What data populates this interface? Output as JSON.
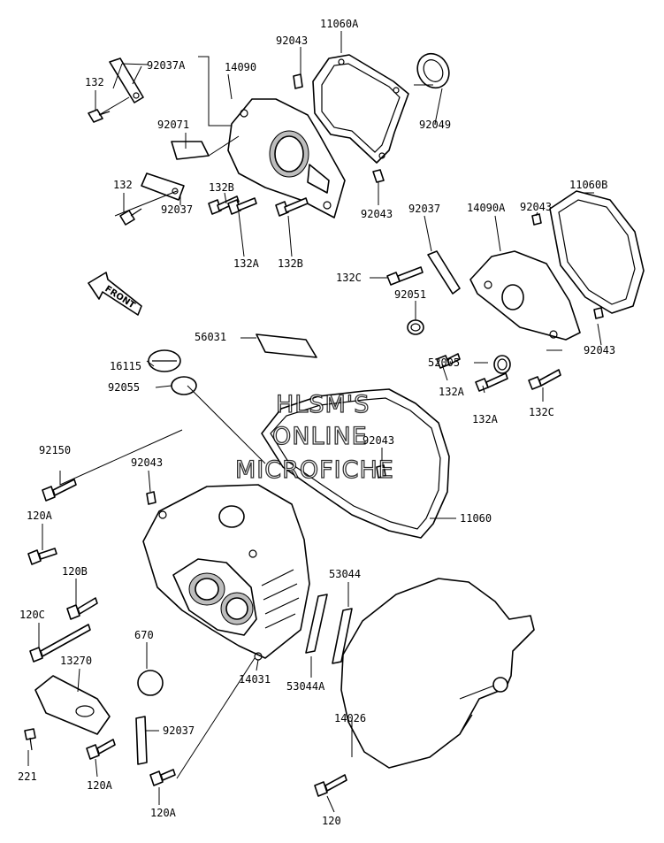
{
  "watermark": {
    "line1": "HLSM'S",
    "line2": "ONLINE",
    "line3": "MICROFICHE"
  },
  "direction_arrow": "FRONT",
  "part_labels": {
    "p11060A": "11060A",
    "p92043_top": "92043",
    "p92037A": "92037A",
    "p14090": "14090",
    "p132_top": "132",
    "p92071": "92071",
    "p92049": "92049",
    "p132_mid": "132",
    "p132B_left": "132B",
    "p92037_left": "92037",
    "p92043_mid": "92043",
    "p132A_top": "132A",
    "p132B_bot": "132B",
    "p11060B": "11060B",
    "p92037_right": "92037",
    "p92043_right": "92043",
    "p14090A": "14090A",
    "p132C_left": "132C",
    "p92051": "92051",
    "p56031": "56031",
    "p92043_rlow": "92043",
    "p16115": "16115",
    "p52005": "52005",
    "p92055": "92055",
    "p132A_right1": "132A",
    "p132A_right2": "132A",
    "p132C_right": "132C",
    "p92043_center": "92043",
    "p92150": "92150",
    "p92043_left": "92043",
    "p120A_left": "120A",
    "p11060": "11060",
    "p120B": "120B",
    "p53044": "53044",
    "p120C": "120C",
    "p670": "670",
    "p13270": "13270",
    "p14031": "14031",
    "p53044A": "53044A",
    "p92037_bot": "92037",
    "p14026": "14026",
    "p221": "221",
    "p120A_bot1": "120A",
    "p120A_bot2": "120A",
    "p120": "120"
  }
}
